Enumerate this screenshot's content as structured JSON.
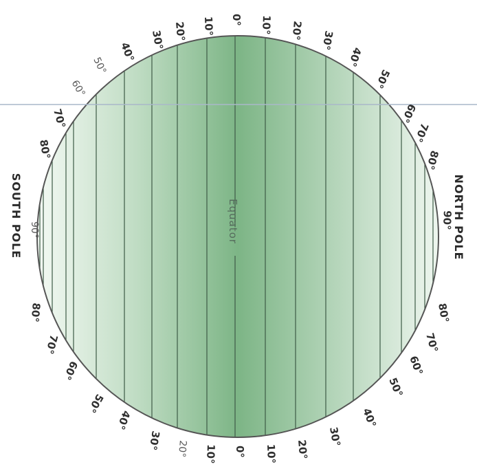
{
  "diagram": {
    "equator_label": "Equator",
    "north_pole_label": "NORTH POLE",
    "south_pole_label": "SOUTH POLE",
    "top_labels": [
      "30°",
      "20°",
      "10°",
      "0°",
      "10°",
      "20°",
      "30°",
      "40°",
      "50°"
    ],
    "left_labels": [
      "40°",
      "50°",
      "60°",
      "70°",
      "80°",
      "90°",
      "80°",
      "70°",
      "60°",
      "50°",
      "40°"
    ],
    "right_labels": [
      "60°",
      "70°",
      "80°",
      "90°",
      "80°",
      "70°",
      "60°",
      "50°",
      "40°"
    ],
    "bottom_labels": [
      "30°",
      "20°",
      "10°",
      "0°",
      "10°",
      "20°",
      "30°"
    ],
    "colors": {
      "center_green": "#7fb889",
      "edge_green": "#eef6ef",
      "meridian_line": "#3d5a45",
      "outline": "#555555",
      "overlay_line": "#a9b7c9"
    }
  }
}
